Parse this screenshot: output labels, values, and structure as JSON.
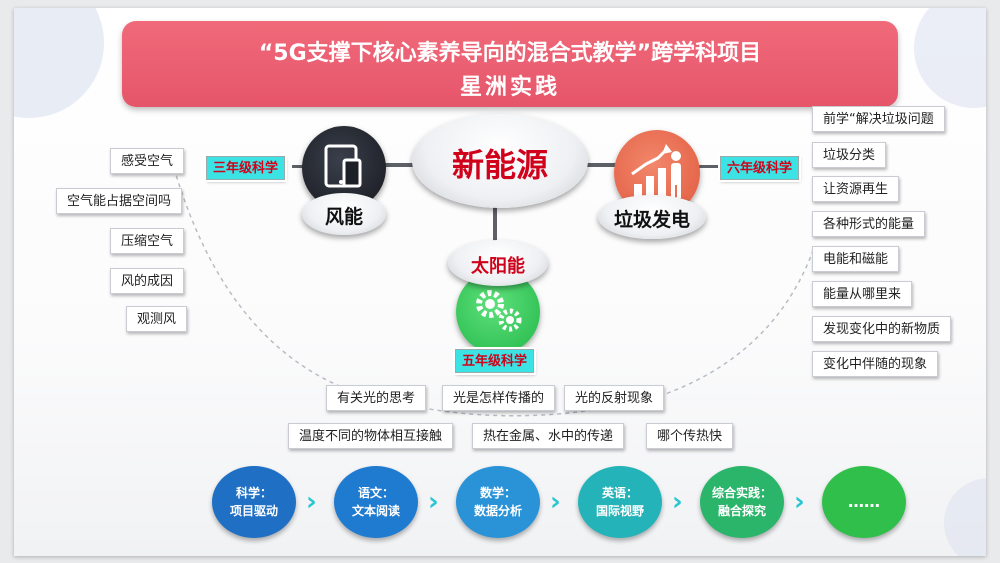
{
  "title": {
    "line1": "“5G支撑下核心素养导向的混合式教学”跨学科项目",
    "line2": "星洲实践"
  },
  "center": {
    "label": "新能源"
  },
  "wind": {
    "label": "风能",
    "grade": "三年级科学",
    "topics": [
      "感受空气",
      "空气能占据空间吗",
      "压缩空气",
      "风的成因",
      "观测风"
    ]
  },
  "garbage": {
    "label": "垃圾发电",
    "grade": "六年级科学",
    "topics": [
      "前学“解决垃圾问题",
      "垃圾分类",
      "让资源再生",
      "各种形式的能量",
      "电能和磁能",
      "能量从哪里来",
      "发现变化中的新物质",
      "变化中伴随的现象"
    ]
  },
  "solar": {
    "label": "太阳能",
    "grade": "五年级科学",
    "topics_row1": [
      "有关光的思考",
      "光是怎样传播的",
      "光的反射现象"
    ],
    "topics_row2": [
      "温度不同的物体相互接触",
      "热在金属、水中的传递",
      "哪个传热快"
    ]
  },
  "subjects": [
    {
      "line1": "科学：",
      "line2": "项目驱动",
      "color": "#1f6fc4"
    },
    {
      "line1": "语文：",
      "line2": "文本阅读",
      "color": "#1f7bd0"
    },
    {
      "line1": "数学：",
      "line2": "数据分析",
      "color": "#2a93d8"
    },
    {
      "line1": "英语：",
      "line2": "国际视野",
      "color": "#24b3b8"
    },
    {
      "line1": "综合实践：",
      "line2": "融合探究",
      "color": "#2ab56a"
    },
    {
      "line1": "……",
      "line2": "",
      "color": "#2fbf4a"
    }
  ],
  "colors": {
    "banner": "#e6556a",
    "grade_fill": "#3ce3e4",
    "grade_text": "#d0021b"
  },
  "icons": {
    "wind": "tablet-phone-icon",
    "garbage": "growth-chart-person-icon",
    "solar": "gears-icon"
  }
}
